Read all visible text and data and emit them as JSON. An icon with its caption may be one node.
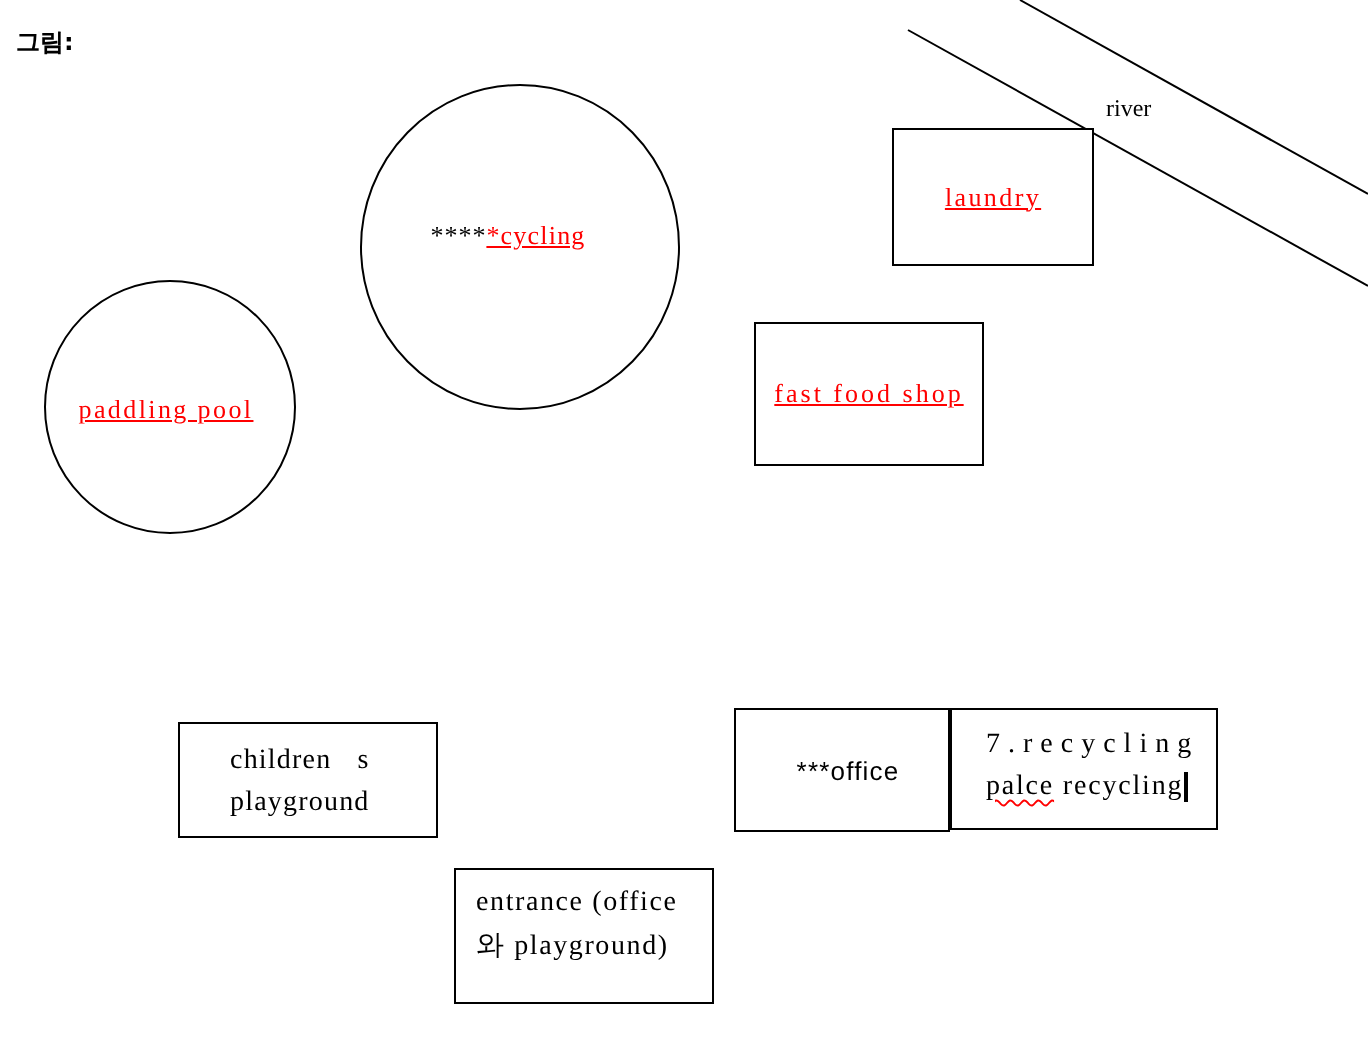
{
  "diagram": {
    "title": "그림:",
    "nodes": [
      {
        "text": [
          "****",
          "*cycling"
        ]
      },
      {
        "text": [
          "laundry"
        ]
      },
      {
        "text": [
          "paddling pool"
        ]
      },
      {
        "text": [
          "fast food shop"
        ]
      },
      {
        "text": [
          "children s playground"
        ]
      },
      {
        "text": [
          "***office"
        ]
      },
      {
        "text": [
          "7.recycling",
          "palce recycling"
        ]
      },
      {
        "text": [
          "entrance (office 와 playground)"
        ]
      }
    ],
    "labels": [
      "river"
    ]
  }
}
